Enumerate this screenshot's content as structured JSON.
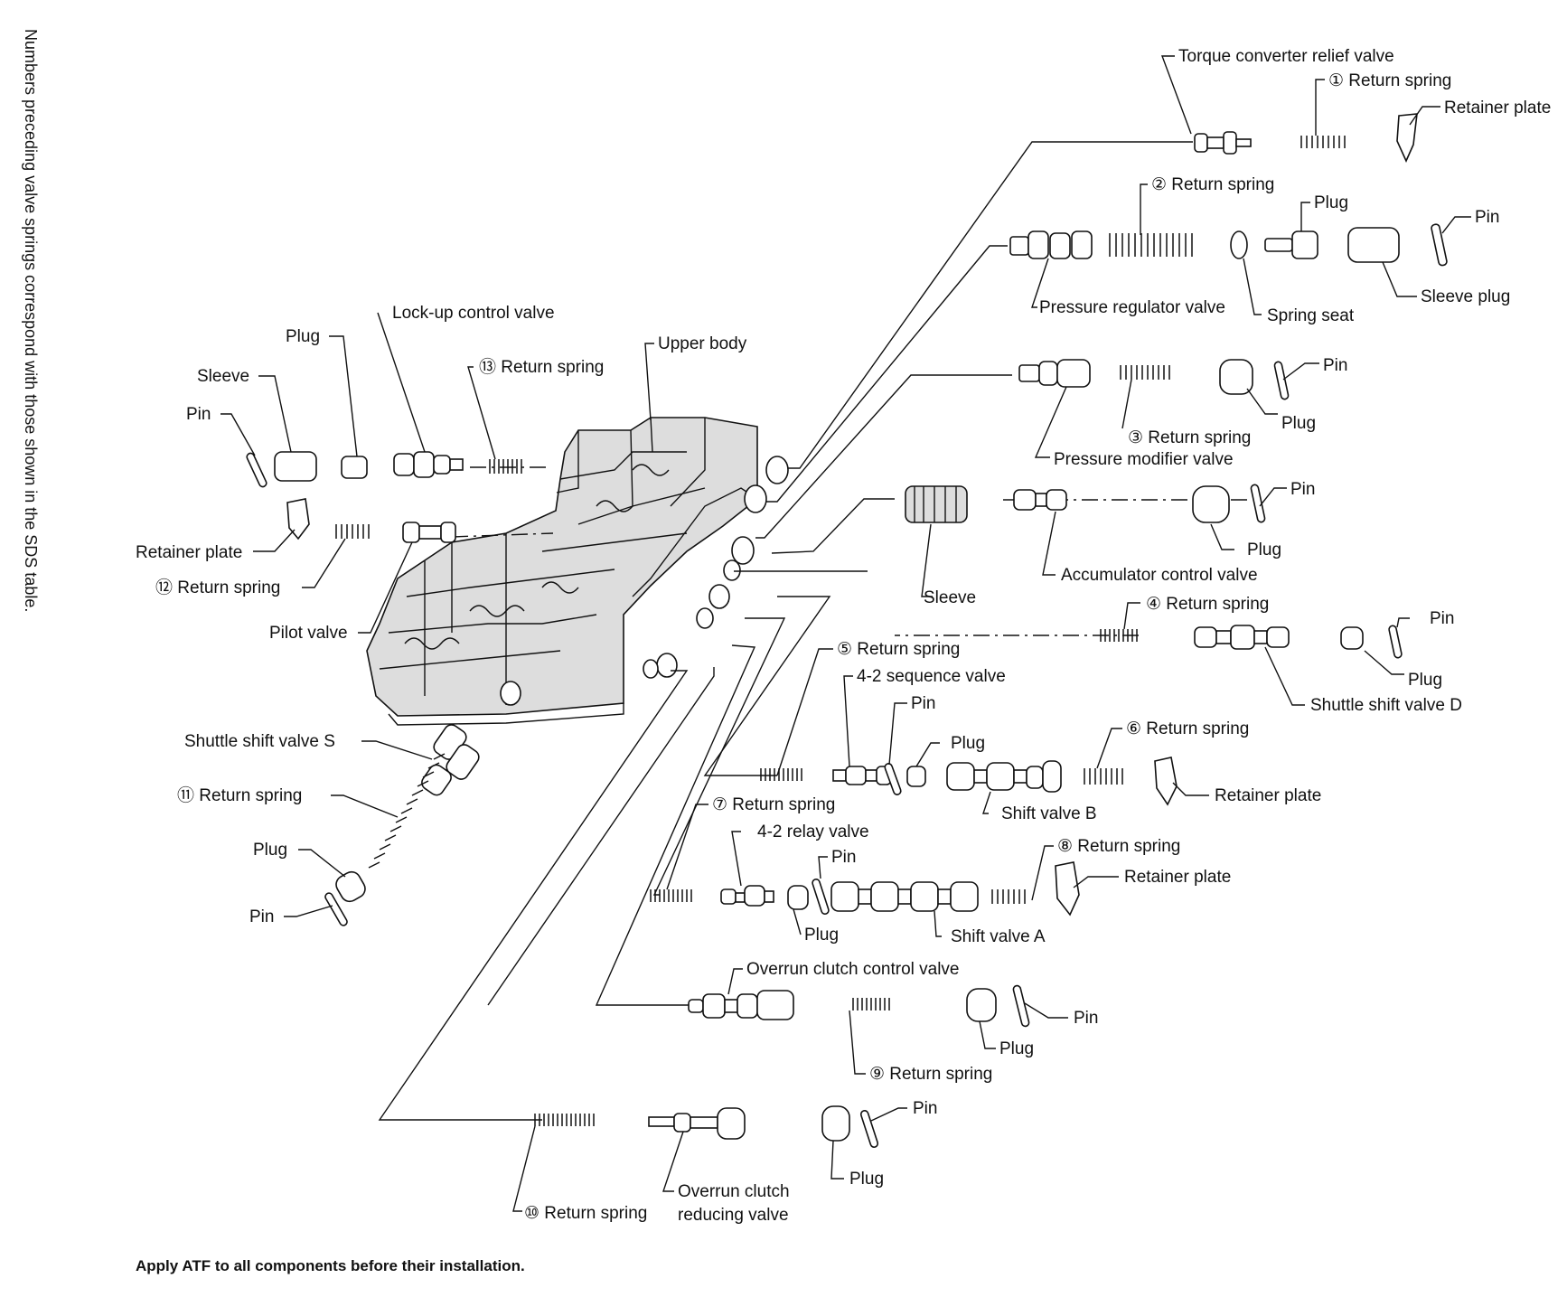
{
  "side_note": "Numbers preceding valve springs correspond with those shown in the SDS table.",
  "footer_note": "Apply ATF to all components before their installation.",
  "labels": {
    "torque_converter_relief_valve": "Torque converter relief valve",
    "return_spring_1": "① Return spring",
    "retainer_plate_1": "Retainer plate",
    "return_spring_2": "② Return spring",
    "plug_2": "Plug",
    "pin_2": "Pin",
    "pressure_regulator_valve": "Pressure regulator valve",
    "spring_seat": "Spring seat",
    "sleeve_plug": "Sleeve plug",
    "lock_up_control_valve": "Lock-up control valve",
    "plug_lockup": "Plug",
    "sleeve_lockup": "Sleeve",
    "pin_lockup": "Pin",
    "upper_body": "Upper body",
    "return_spring_13": "⑬ Return spring",
    "pin_3": "Pin",
    "plug_3": "Plug",
    "return_spring_3": "③ Return spring",
    "pressure_modifier_valve": "Pressure modifier valve",
    "retainer_plate_12": "Retainer plate",
    "return_spring_12": "⑫ Return spring",
    "pilot_valve": "Pilot valve",
    "pin_acc": "Pin",
    "plug_acc": "Plug",
    "accumulator_control_valve": "Accumulator control valve",
    "sleeve_acc": "Sleeve",
    "return_spring_4": "④ Return spring",
    "pin_4": "Pin",
    "plug_4": "Plug",
    "shuttle_shift_valve_d": "Shuttle shift valve D",
    "return_spring_5": "⑤ Return spring",
    "sequence_valve_4_2": "4-2 sequence valve",
    "pin_5": "Pin",
    "plug_5": "Plug",
    "shuttle_shift_valve_s": "Shuttle shift valve S",
    "return_spring_11": "⑪ Return spring",
    "plug_11": "Plug",
    "pin_11": "Pin",
    "return_spring_6": "⑥ Return spring",
    "retainer_plate_6": "Retainer plate",
    "shift_valve_b": "Shift valve B",
    "return_spring_7": "⑦ Return spring",
    "relay_valve_4_2": "4-2 relay valve",
    "pin_7": "Pin",
    "return_spring_8": "⑧ Return spring",
    "retainer_plate_8": "Retainer plate",
    "plug_7": "Plug",
    "shift_valve_a": "Shift valve A",
    "overrun_clutch_control_valve": "Overrun clutch control valve",
    "pin_9": "Pin",
    "plug_9": "Plug",
    "return_spring_9": "⑨ Return spring",
    "pin_10": "Pin",
    "plug_10": "Plug",
    "overrun_clutch_reducing_valve_1": "Overrun clutch",
    "overrun_clutch_reducing_valve_2": "reducing valve",
    "return_spring_10": "⑩ Return spring"
  }
}
